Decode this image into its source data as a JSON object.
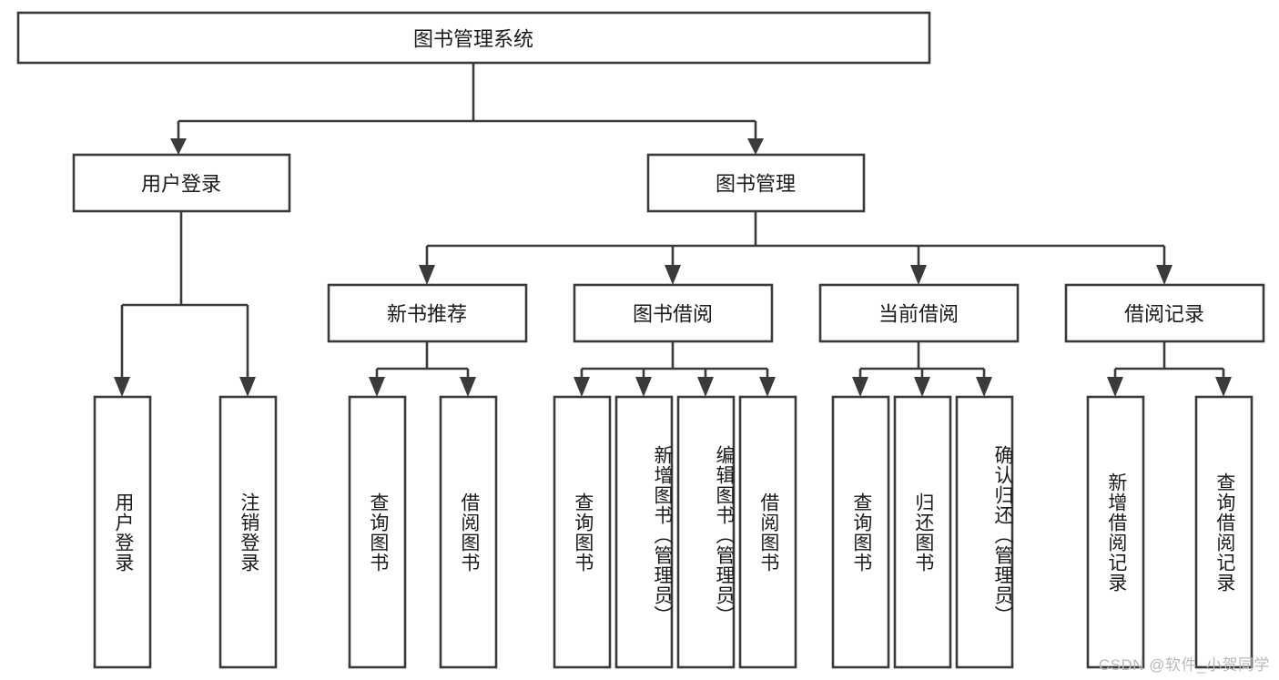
{
  "diagram": {
    "type": "tree-hierarchy-chart",
    "title": "图书管理系统",
    "orientation": "top-down",
    "colors": {
      "box_stroke": "#3a3a3a",
      "box_fill": "#ffffff",
      "text": "#1a1a1a",
      "connector": "#3a3a3a",
      "watermark": "#b9b9b9",
      "background": "#ffffff"
    },
    "root": {
      "label": "图书管理系统"
    },
    "level2": [
      {
        "label": "用户登录"
      },
      {
        "label": "图书管理"
      }
    ],
    "level3": [
      {
        "label": "新书推荐"
      },
      {
        "label": "图书借阅"
      },
      {
        "label": "当前借阅"
      },
      {
        "label": "借阅记录"
      }
    ],
    "leaves": {
      "user_login": [
        {
          "label": "用户登录"
        },
        {
          "label": "注销登录"
        }
      ],
      "new_book_recommend": [
        {
          "label": "查询图书"
        },
        {
          "label": "借阅图书"
        }
      ],
      "book_borrow": [
        {
          "label": "查询图书"
        },
        {
          "label": "新增图书（管理员）"
        },
        {
          "label": "编辑图书（管理员）"
        },
        {
          "label": "借阅图书"
        }
      ],
      "current_borrow": [
        {
          "label": "查询图书"
        },
        {
          "label": "归还图书"
        },
        {
          "label": "确认归还（管理员）"
        }
      ],
      "borrow_record": [
        {
          "label": "新增借阅记录"
        },
        {
          "label": "查询借阅记录"
        }
      ]
    }
  },
  "watermark": {
    "text": "CSDN @软件_小贺同学"
  }
}
